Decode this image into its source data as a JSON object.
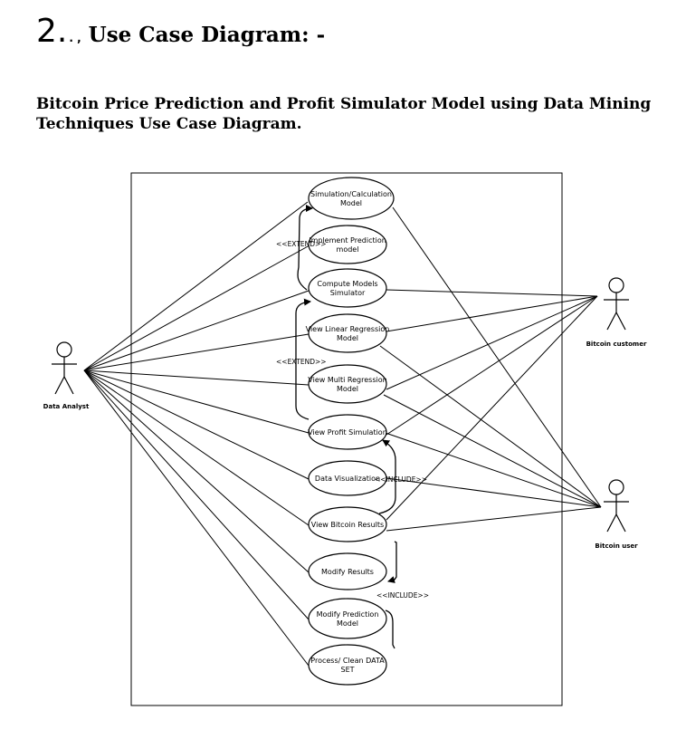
{
  "heading": {
    "number": "2.",
    "dots": ". ,",
    "title": "Use Case Diagram: -"
  },
  "subtitle": "Bitcoin Price Prediction and Profit Simulator Model using Data Mining Techniques Use Case Diagram.",
  "actors": {
    "analyst": "Data Analyst",
    "customer": "Bitcoin customer",
    "user": "Bitcoin user"
  },
  "use_cases": {
    "simulation": [
      "Simulation/Calculation",
      "Model"
    ],
    "implement": [
      "Implement Prediction",
      "model"
    ],
    "compute": [
      "Compute Models",
      "Simulator"
    ],
    "linear": [
      "View Linear Regression",
      "Model"
    ],
    "multi": [
      "View Multi Regression",
      "Model"
    ],
    "profit": [
      "View Profit Simulation"
    ],
    "visualization": [
      "Data Visualization"
    ],
    "results": [
      "View Bitcoin Results"
    ],
    "modify_results": [
      "Modify Results"
    ],
    "modify_prediction": [
      "Modify Prediction",
      "Model"
    ],
    "process": [
      "Process/ Clean DATA",
      "SET"
    ]
  },
  "relations": {
    "extend_top": "<<EXTEND>>",
    "extend_mid": "<<EXTEND>>",
    "include_mid": "<<INCLUDE>>",
    "include_bottom": "<<INCLUDE>>"
  },
  "colors": {
    "line": "#000000",
    "background": "#ffffff"
  }
}
